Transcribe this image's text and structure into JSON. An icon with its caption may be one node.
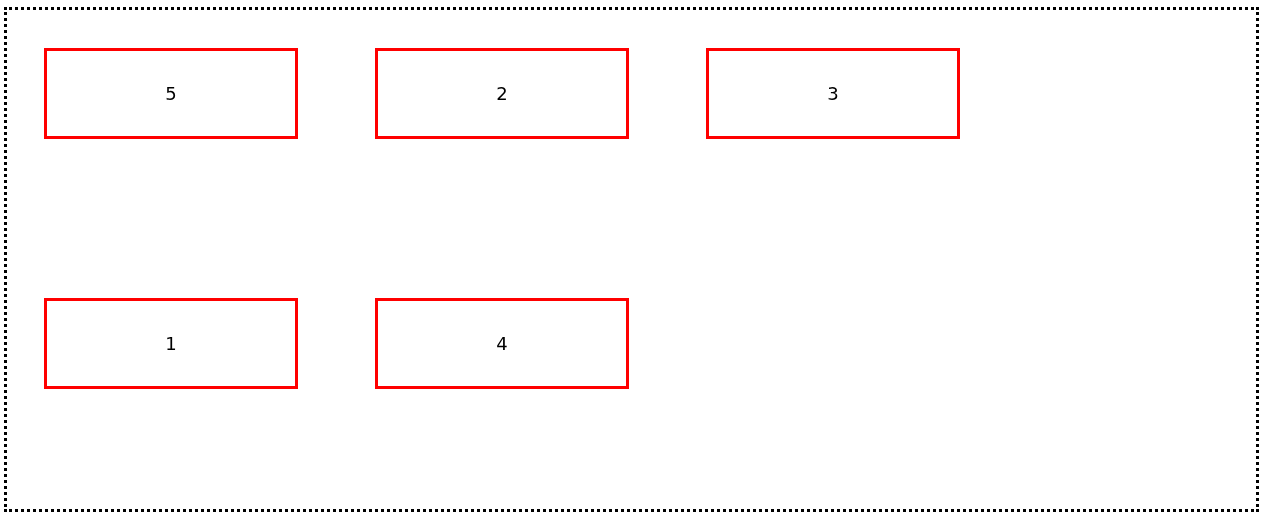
{
  "diagram": {
    "nodes": [
      {
        "text": [],
        "shape": "box"
      },
      {
        "text": [
          "5"
        ],
        "in": 0
      },
      {
        "text": [
          "2"
        ],
        "in": 0
      },
      {
        "text": [
          "3"
        ],
        "in": 0
      },
      {
        "text": [
          "1"
        ],
        "in": 0
      },
      {
        "text": [
          "4"
        ],
        "in": 0
      }
    ]
  }
}
